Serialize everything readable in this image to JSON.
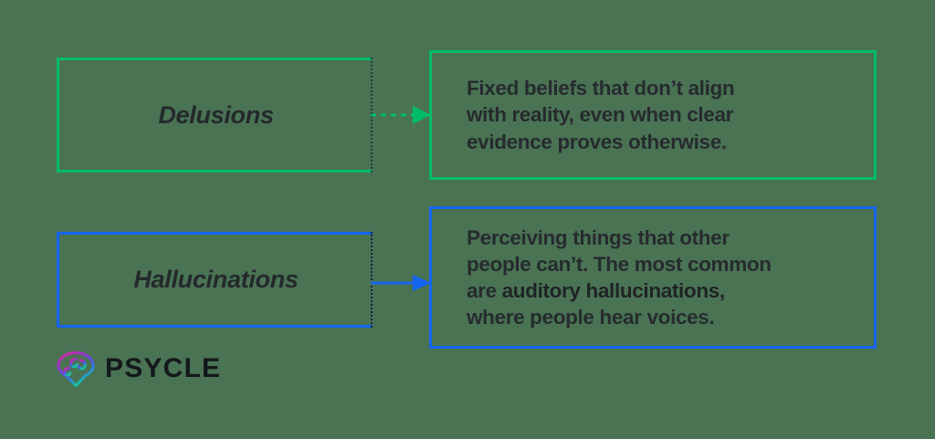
{
  "background_color": "#4a7354",
  "diagram": {
    "type": "two-row concept map",
    "rows": [
      {
        "id": "delusions",
        "accent_color": "#00bc69",
        "term": "Delusions",
        "connector": {
          "icon": "arrow-right-icon",
          "style": "dashed"
        },
        "description_plain": "Fixed beliefs that don’t align with reality, even when clear evidence proves otherwise.",
        "description_lines": [
          [
            {
              "text": "Fixed beliefs that don’t align",
              "emphasis": false
            }
          ],
          [
            {
              "text": "with reality, even when clear",
              "emphasis": false
            }
          ],
          [
            {
              "text": "evidence proves otherwise.",
              "emphasis": false
            }
          ]
        ]
      },
      {
        "id": "hallucinations",
        "accent_color": "#1565f0",
        "term": "Hallucinations",
        "connector": {
          "icon": "arrow-right-icon",
          "style": "solid"
        },
        "description_plain": "Perceiving things that other people can’t. The most common are auditory hallucinations, where people hear voices.",
        "description_lines": [
          [
            {
              "text": "Perceiving things that other",
              "emphasis": false
            }
          ],
          [
            {
              "text": "people can’t. The most common",
              "emphasis": false
            }
          ],
          [
            {
              "text": "are ",
              "emphasis": false
            },
            {
              "text": "auditory hallucinations,",
              "emphasis": true
            }
          ],
          [
            {
              "text": "where people hear voices.",
              "emphasis": false
            }
          ]
        ]
      }
    ]
  },
  "brand": {
    "wordmark": "PSYCLE",
    "mark_icon": "brain-spiral-icon",
    "gradient_from": "#e0269b",
    "gradient_mid": "#7b3fd4",
    "gradient_to": "#16c79a"
  }
}
